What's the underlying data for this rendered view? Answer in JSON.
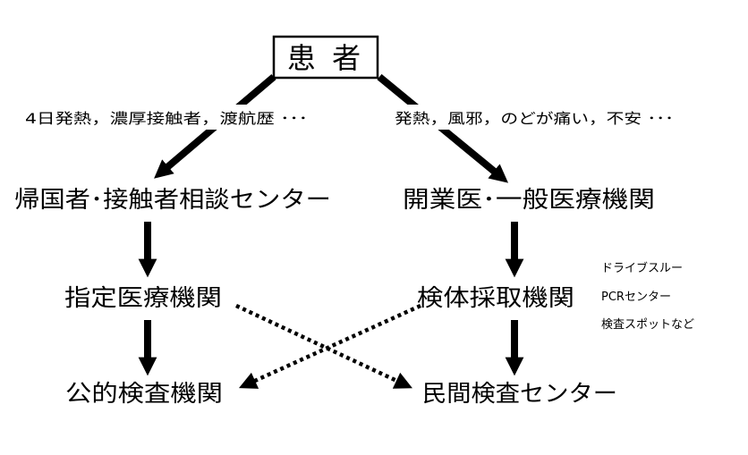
{
  "patient": "患 者",
  "conditions": {
    "left": "4日発熱，濃厚接触者，渡航歴 ･･･",
    "right": "発熱，風邪，のどが痛い，不安 ･･･"
  },
  "consultation": {
    "left": "帰国者･接触者相談センター",
    "right": "開業医･一般医療機関"
  },
  "facilities": {
    "left": "指定医療機関",
    "right": "検体採取機関"
  },
  "collection_examples": [
    "ドライブスルー",
    "PCRセンター",
    "検査スポットなど"
  ],
  "labs": {
    "left": "公的検査機関",
    "right": "民間検査センター"
  },
  "colors": {
    "ink": "#000000",
    "background": "#ffffff"
  }
}
